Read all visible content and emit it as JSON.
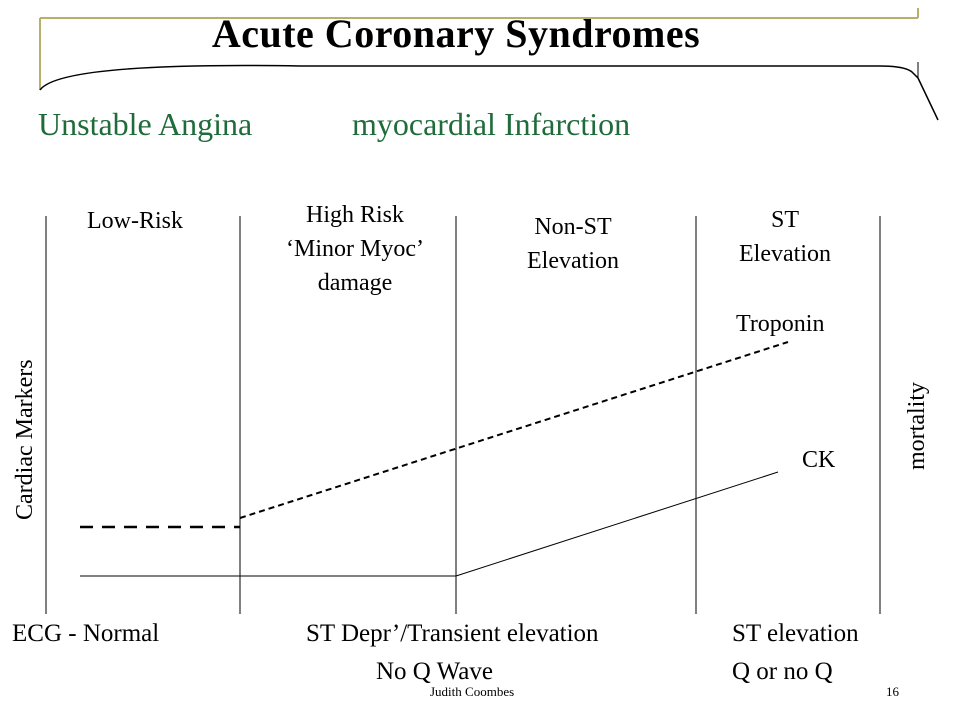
{
  "slide": {
    "title": "Acute Coronary Syndromes",
    "subtitle_left": "Unstable Angina",
    "subtitle_right": "myocardial Infarction",
    "footer_author": "Judith Coombes",
    "page_number": "16"
  },
  "columns": [
    {
      "label": "Low-Risk"
    },
    {
      "label": "High Risk\n‘Minor Myoc’\ndamage"
    },
    {
      "label": "Non-ST\nElevation"
    },
    {
      "label": "ST\nElevation"
    }
  ],
  "markers": {
    "troponin_label": "Troponin",
    "ck_label": "CK"
  },
  "axes": {
    "left_label": "Cardiac Markers",
    "right_label": "mortality"
  },
  "ecg": {
    "normal": "ECG - Normal",
    "st_depression": "ST Depr’/Transient elevation",
    "no_q_wave": "No Q Wave",
    "st_elevation": "ST elevation",
    "q_or_no_q": "Q or no Q"
  },
  "colors": {
    "subtitle": "#1f6b3a",
    "frame": "#b8b06a",
    "lines": "#000000"
  }
}
